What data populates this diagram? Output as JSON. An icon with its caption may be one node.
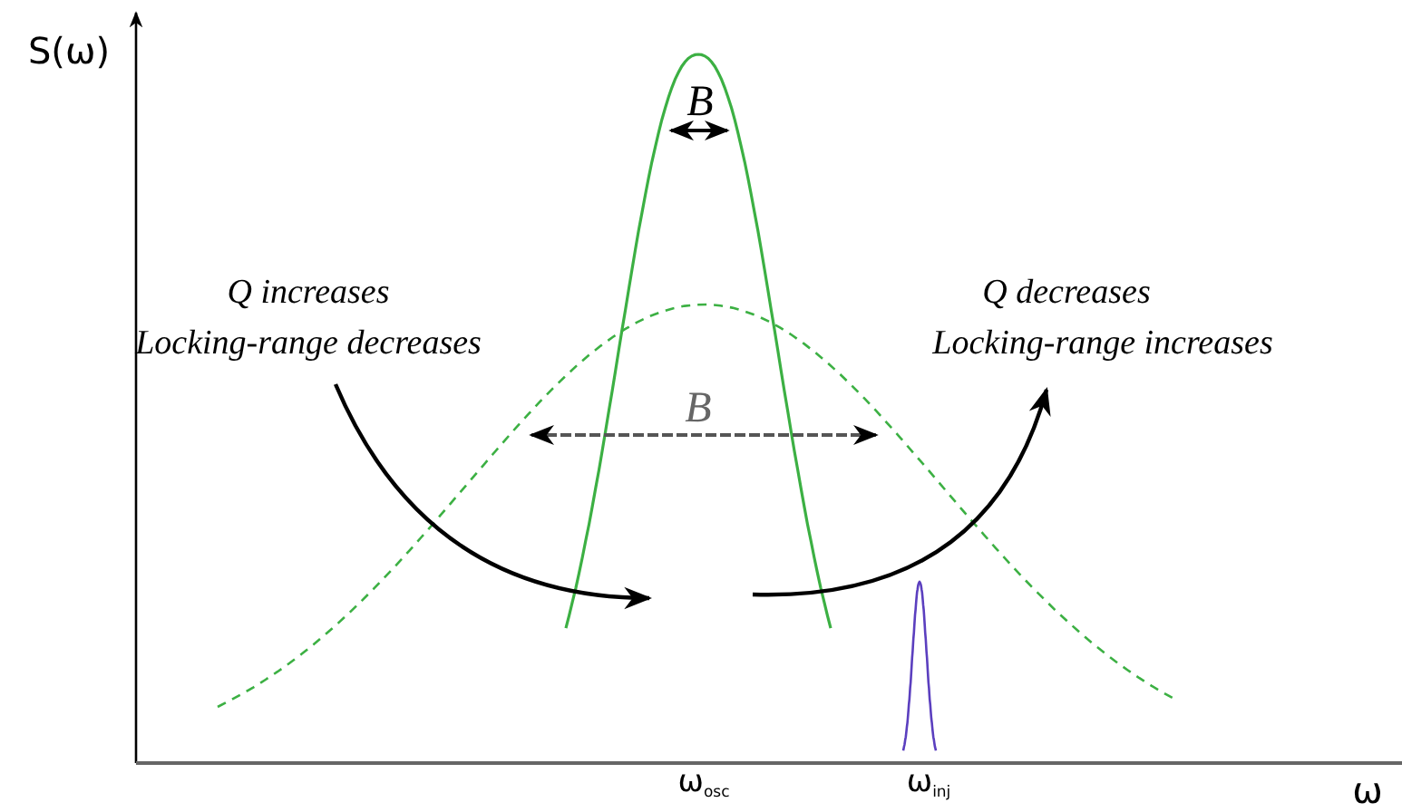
{
  "diagram": {
    "labels": [
      "S(ω)",
      "B",
      "Q increases",
      "Locking-range decreases",
      "Q decreases",
      "Locking-range increases",
      "B",
      "ω$_{osc}$",
      "ω$_{inj}$",
      "ω"
    ]
  }
}
